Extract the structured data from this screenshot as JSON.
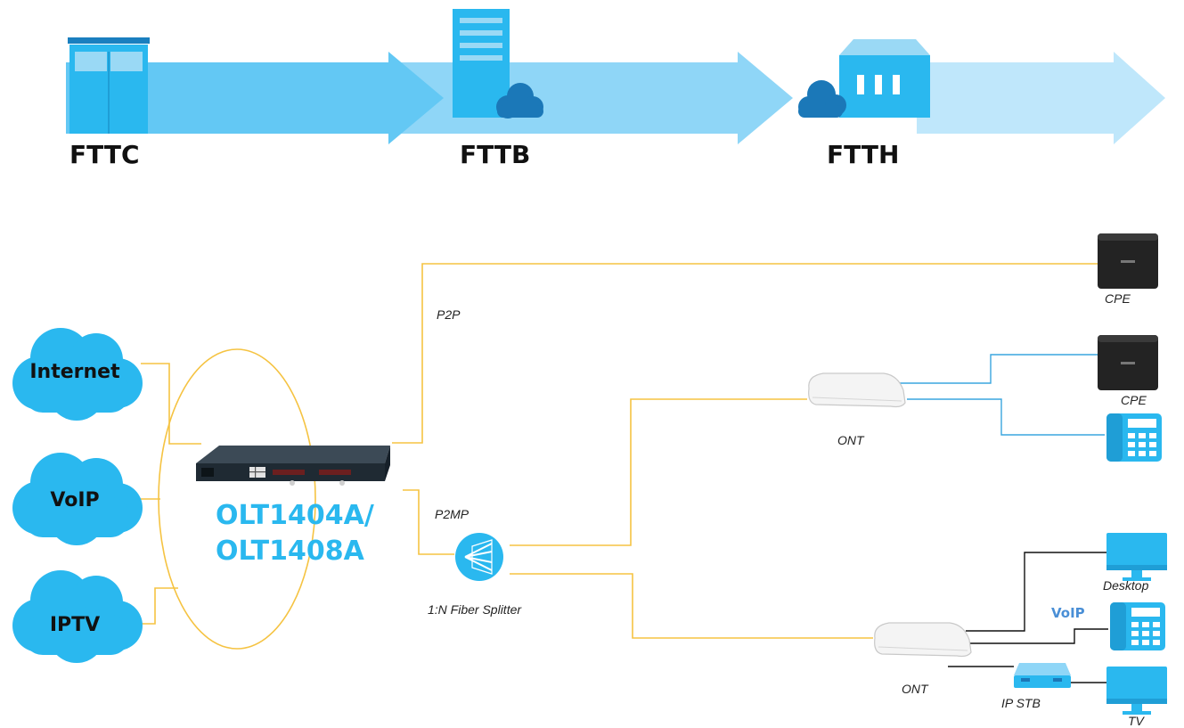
{
  "stages": {
    "fttc": "FTTC",
    "fttb": "FTTB",
    "ftth": "FTTH"
  },
  "clouds": {
    "internet": "Internet",
    "voip": "VoIP",
    "iptv": "IPTV"
  },
  "olt": {
    "line1": "OLT1404A/",
    "line2": "OLT1408A"
  },
  "links": {
    "p2p": "P2P",
    "p2mp": "P2MP",
    "splitter": "1:N Fiber Splitter"
  },
  "devices": {
    "cpe_top": "CPE",
    "cpe_mid": "CPE",
    "ont_upper": "ONT",
    "ont_lower": "ONT",
    "desktop": "Desktop",
    "voip_phone": "VoIP",
    "ip_stb": "IP STB",
    "tv": "TV"
  },
  "colors": {
    "fiber_line": "#f5c342",
    "lan_line": "#3aa6df",
    "cable_line": "#111111",
    "cloud": "#2ab8ef",
    "olt_text": "#2ab8ef",
    "arrow_1": "#63c8f4",
    "arrow_2": "#8fd6f7",
    "arrow_3": "#bfe7fb"
  }
}
